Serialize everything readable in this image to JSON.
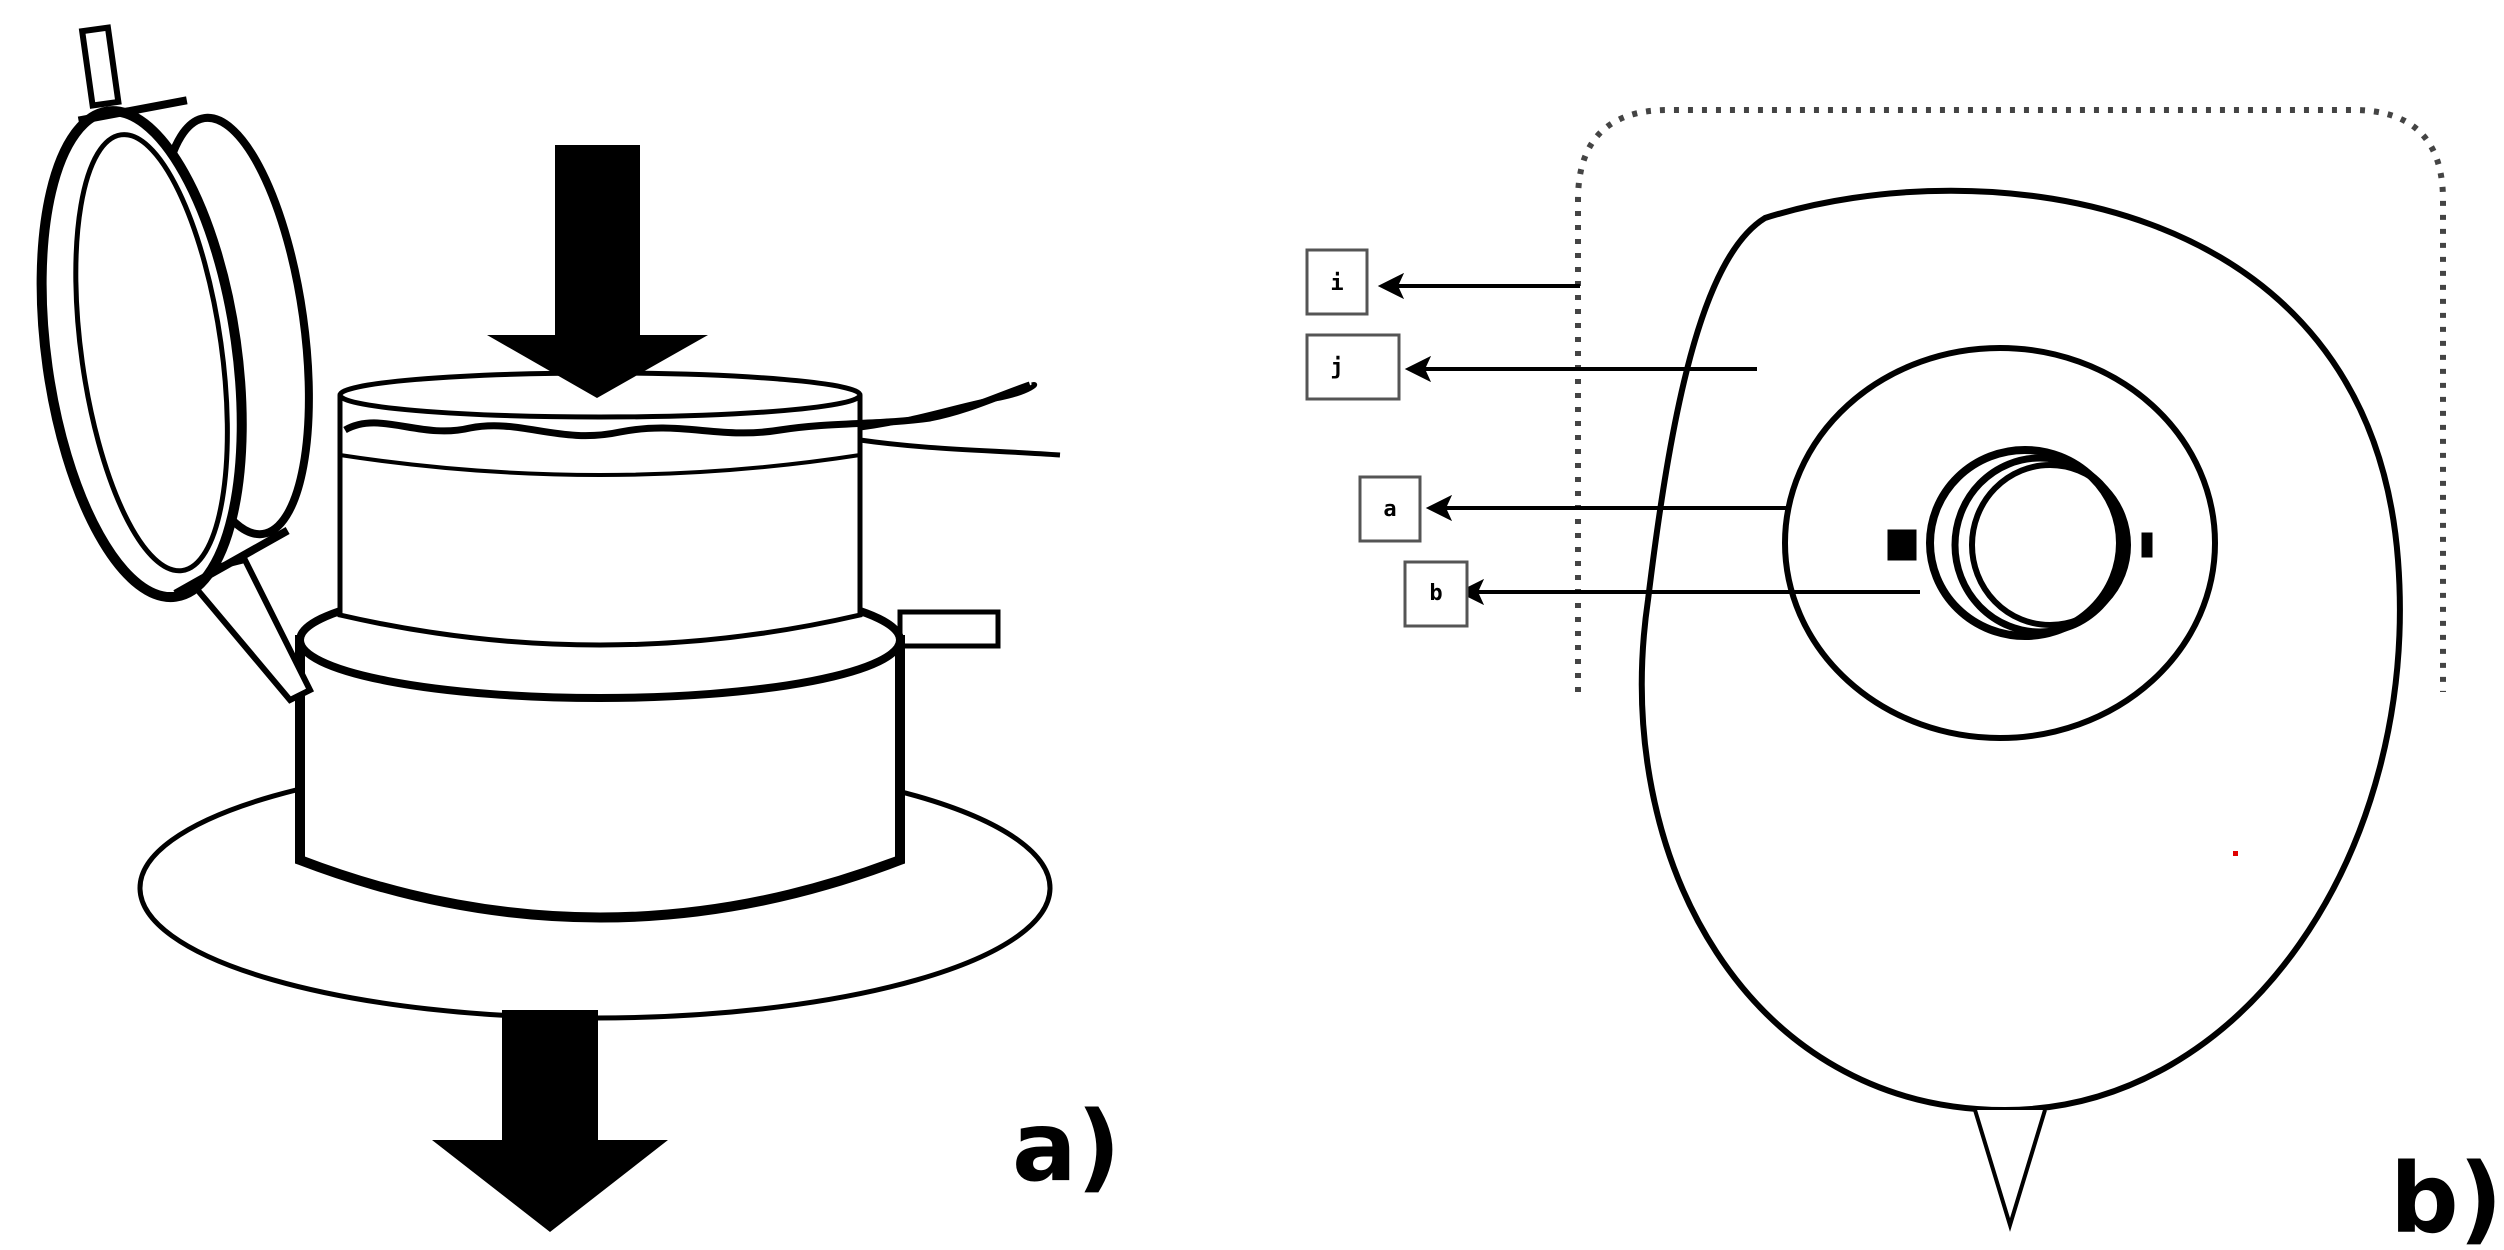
{
  "panels": {
    "a": {
      "label": "a)"
    },
    "b": {
      "label": "b)"
    }
  },
  "callouts": [
    {
      "letter": "i"
    },
    {
      "letter": "j"
    },
    {
      "letter": "a"
    },
    {
      "letter": "b"
    }
  ],
  "colors": {
    "ink": "#000000",
    "dashed_outline": "#444444",
    "label_box_border": "#555555",
    "marker_dot": "#e00000"
  }
}
